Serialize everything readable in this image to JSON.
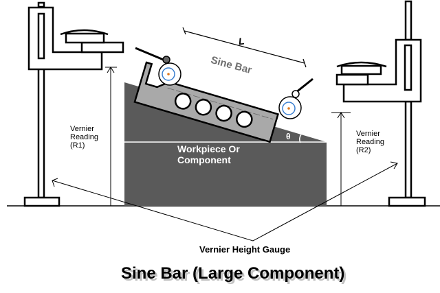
{
  "diagram": {
    "title": "Sine Bar (Large Component)",
    "labels": {
      "length": "L",
      "sine_bar": "Sine Bar",
      "angle": "θ",
      "workpiece_line1": "Workpiece Or",
      "workpiece_line2": "Component",
      "left_reading_line1": "Vernier",
      "left_reading_line2": "Reading",
      "left_reading_line3": "(R1)",
      "right_reading_line1": "Vernier",
      "right_reading_line2": "Reading",
      "right_reading_line3": "(R2)",
      "gauge": "Vernier Height Gauge"
    },
    "colors": {
      "workpiece": "#5a5a5a",
      "sine_bar": "#a9a9a9",
      "sine_bar_label": "#6e6e6e",
      "outline": "#000000",
      "dial_ring": "#3a7fd0",
      "dial_center": "#e07a20",
      "text_on_dark": "#ffffff"
    }
  }
}
